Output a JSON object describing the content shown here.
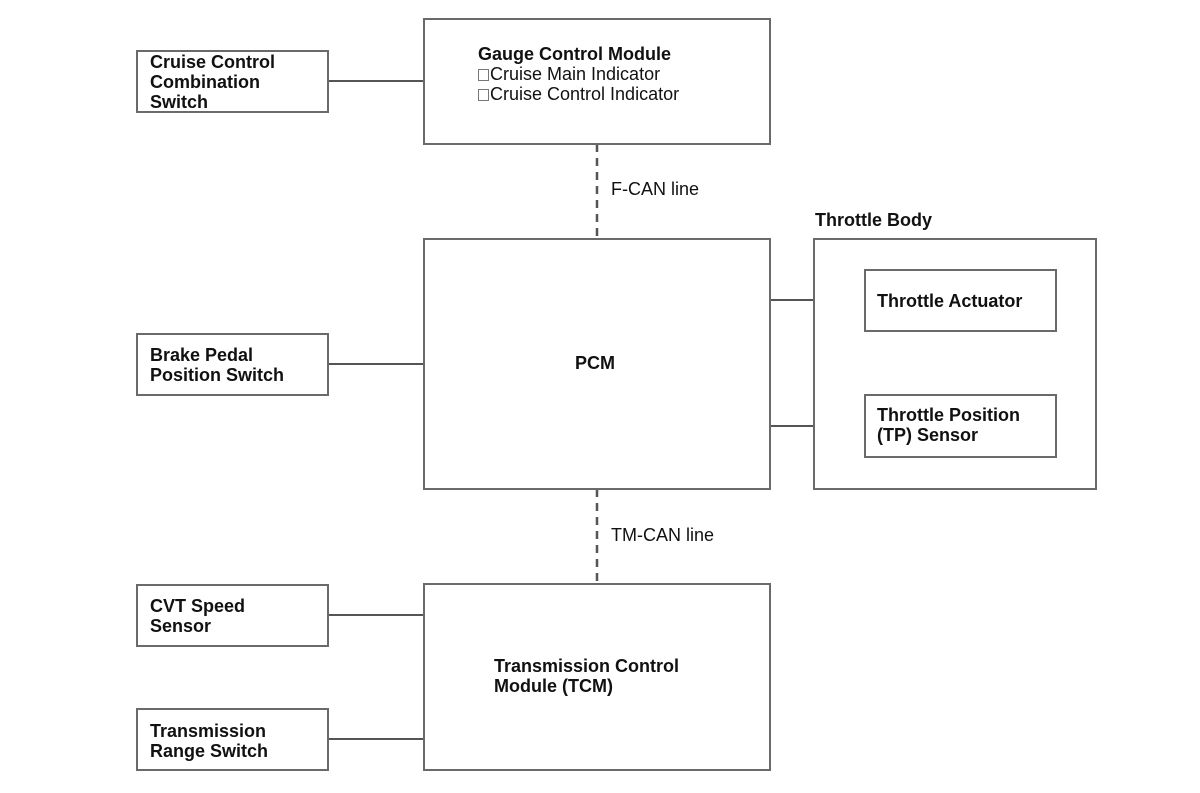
{
  "gauge_module": {
    "title": "Gauge Control Module",
    "items": [
      "Cruise Main Indicator",
      "Cruise Control Indicator"
    ]
  },
  "cruise_switch": {
    "lines": [
      "Cruise Control",
      "Combination",
      "Switch"
    ]
  },
  "fcan": {
    "label": "F-CAN line"
  },
  "tmcan": {
    "label": "TM-CAN line"
  },
  "pcm": {
    "label": "PCM"
  },
  "brake_switch": {
    "lines": [
      "Brake Pedal",
      "Position Switch"
    ]
  },
  "throttle_body": {
    "title": "Throttle Body",
    "actuator": "Throttle Actuator",
    "tp_sensor": {
      "lines": [
        "Throttle Position",
        "(TP) Sensor"
      ]
    }
  },
  "cvt_sensor": {
    "lines": [
      "CVT Speed",
      "Sensor"
    ]
  },
  "range_switch": {
    "lines": [
      "Transmission",
      "Range Switch"
    ]
  },
  "tcm": {
    "lines": [
      "Transmission Control",
      "Module (TCM)"
    ]
  }
}
